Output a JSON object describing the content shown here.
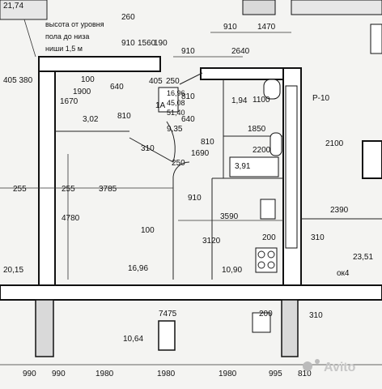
{
  "header": {
    "top_left_area": "21,74",
    "note_line1": "высота от уровня",
    "note_line2": "пола до низа",
    "note_line3": "ниши 1,5 м"
  },
  "apartment": {
    "label": "1А",
    "total_area": "16,96",
    "living_area": "45,08",
    "full_area": "51,40"
  },
  "rooms": {
    "living_room": "16,96",
    "corridor": "9,35",
    "kitchen": "10,90",
    "bathroom": "3,91",
    "toilet": "1,94",
    "niche": "3,02",
    "below_room": "10,64",
    "right_room": "23,51",
    "left_room": "20,15"
  },
  "riser": "Р-10",
  "window_tag": "ок4",
  "dimensions": {
    "d_910_top": "910",
    "d_1470": "1470",
    "d_910_mid": "910",
    "d_2640": "2640",
    "d_1900": "1900",
    "d_100a": "100",
    "d_640a": "640",
    "d_1670": "1670",
    "d_405": "405",
    "d_250a": "250",
    "d_810a": "810",
    "d_810b": "810",
    "d_640b": "640",
    "d_1100": "1100",
    "d_1850": "1850",
    "d_1690": "1690",
    "d_810c": "810",
    "d_2200": "2200",
    "d_2100": "2100",
    "d_250b": "250",
    "d_910_door": "910",
    "d_255a": "255",
    "d_255b": "255",
    "d_3785": "3785",
    "d_4780": "4780",
    "d_3590": "3590",
    "d_2390": "2390",
    "d_100b": "100",
    "d_3120": "3120",
    "d_200a": "200",
    "d_310a": "310",
    "d_7475": "7475",
    "d_200b": "200",
    "d_310b": "310",
    "d_910_v": "910",
    "d_260": "260",
    "d_1560": "1560",
    "d_190": "190",
    "d_405_380": "405 380",
    "d_310_arc": "310"
  },
  "bottom_dims": [
    "990",
    "990",
    "1980",
    "1980",
    "1980",
    "995",
    "810"
  ],
  "watermark": "Avito"
}
